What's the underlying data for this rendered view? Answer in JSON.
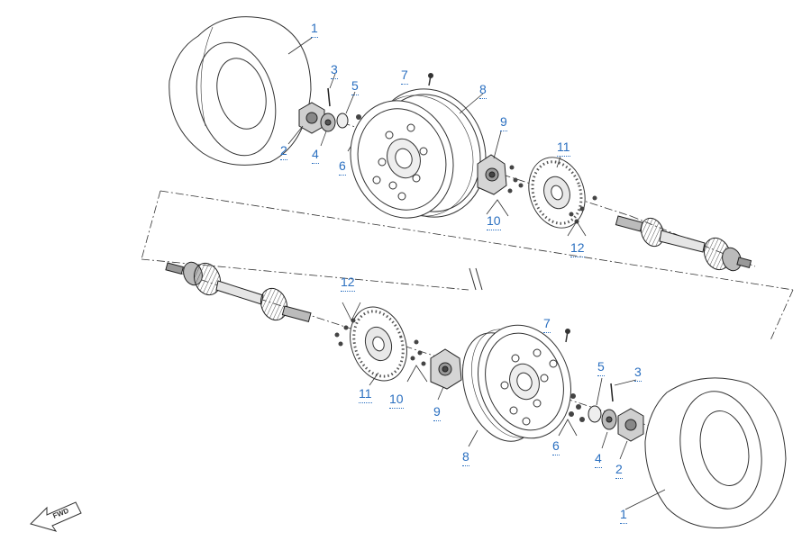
{
  "diagram": {
    "fwd_label": "FWD",
    "callouts": [
      {
        "key": "c1a",
        "text": "1"
      },
      {
        "key": "c2a",
        "text": "2"
      },
      {
        "key": "c3a",
        "text": "3"
      },
      {
        "key": "c4a",
        "text": "4"
      },
      {
        "key": "c5a",
        "text": "5"
      },
      {
        "key": "c6a",
        "text": "6"
      },
      {
        "key": "c7a",
        "text": "7"
      },
      {
        "key": "c8a",
        "text": "8"
      },
      {
        "key": "c9a",
        "text": "9"
      },
      {
        "key": "c10a",
        "text": "10"
      },
      {
        "key": "c11a",
        "text": "11"
      },
      {
        "key": "c12a",
        "text": "12"
      },
      {
        "key": "c12b",
        "text": "12"
      },
      {
        "key": "c11b",
        "text": "11"
      },
      {
        "key": "c10b",
        "text": "10"
      },
      {
        "key": "c9b",
        "text": "9"
      },
      {
        "key": "c7b",
        "text": "7"
      },
      {
        "key": "c8b",
        "text": "8"
      },
      {
        "key": "c6b",
        "text": "6"
      },
      {
        "key": "c5b",
        "text": "5"
      },
      {
        "key": "c4b",
        "text": "4"
      },
      {
        "key": "c3b",
        "text": "3"
      },
      {
        "key": "c2b",
        "text": "2"
      },
      {
        "key": "c1b",
        "text": "1"
      }
    ]
  }
}
